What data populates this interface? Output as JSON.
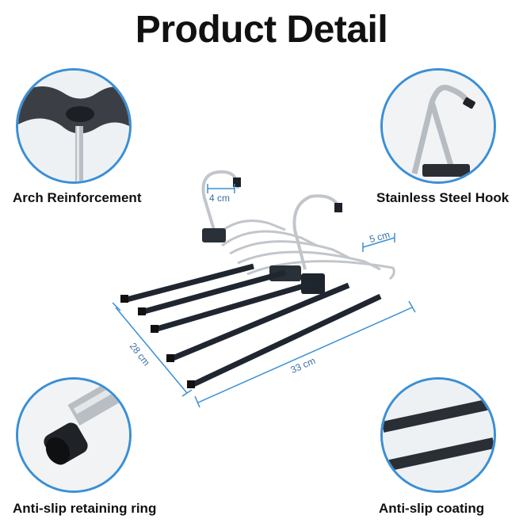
{
  "title": "Product Detail",
  "features": {
    "arch": "Arch Reinforcement",
    "hook": "Stainless Steel Hook",
    "ring": "Anti-slip retaining ring",
    "coating": "Anti-slip coating"
  },
  "dimensions": {
    "hook_width": "4 cm",
    "spacing": "5 cm",
    "depth": "28 cm",
    "length": "33 cm"
  },
  "colors": {
    "accent": "#3a8fd6",
    "steel": "#c9ccd0",
    "bar": "#1f2630"
  }
}
